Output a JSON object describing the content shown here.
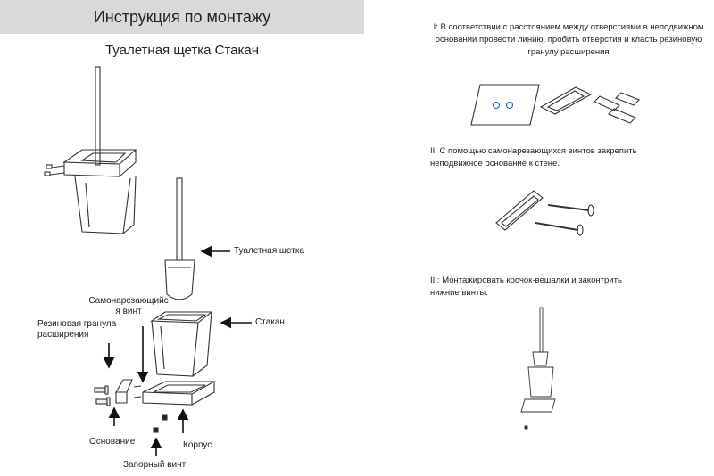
{
  "header": {
    "title": "Инструкция по монтажу"
  },
  "product": {
    "title": "Туалетная щетка Стакан"
  },
  "labels": {
    "brush": "Туалетная щетка",
    "glass": "Стакан",
    "screw_line1": "Самонарезающийс",
    "screw_line2": "я винт",
    "anchor_line1": "Резиновая гранула",
    "anchor_line2": "расширения",
    "base": "Основание",
    "body": "Корпус",
    "lock_screw": "Запорный винт"
  },
  "steps": [
    {
      "line1": "I: В соответствии с расстоянием между отверстиями в неподвижном",
      "line2": "основании провести линию, пробить отверстия и класть резиновую",
      "line3": "гранулу расширения"
    },
    {
      "line1": "II: С помощью самонарезающихся винтов закрепить",
      "line2": "неподвижное основание к стене."
    },
    {
      "line1": "III: Монтажировать крочок-вешалки и законтрить",
      "line2": "нижние винты."
    }
  ],
  "colors": {
    "header_bg": "#d9d9d9",
    "mark_blue": "#2a5db0"
  }
}
